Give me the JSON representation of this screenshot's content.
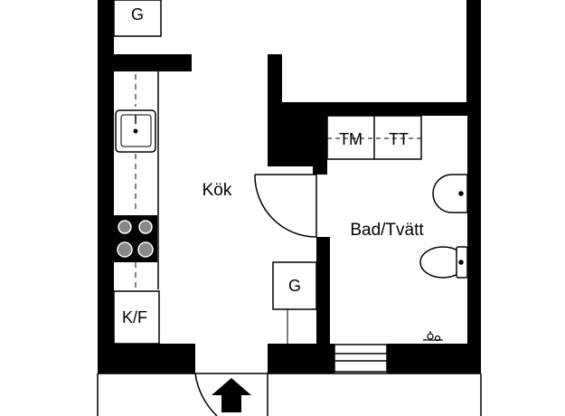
{
  "rooms": {
    "kitchen": "Kök",
    "bathroom": "Bad/Tvätt"
  },
  "fixtures": {
    "wardrobe_top": "G",
    "wardrobe_middle": "G",
    "fridge_freezer": "K/F",
    "washing_machine": "TM",
    "tumble_dryer": "TT"
  },
  "icons": {
    "entrance": "arrow-up-icon",
    "sink": "sink-icon",
    "stove": "stove-icon",
    "washbasin": "washbasin-icon",
    "toilet": "toilet-icon",
    "faucet": "faucet-icon"
  },
  "colors": {
    "wall": "#000000",
    "background": "#ffffff",
    "line": "#000000",
    "hob": "#888888"
  }
}
